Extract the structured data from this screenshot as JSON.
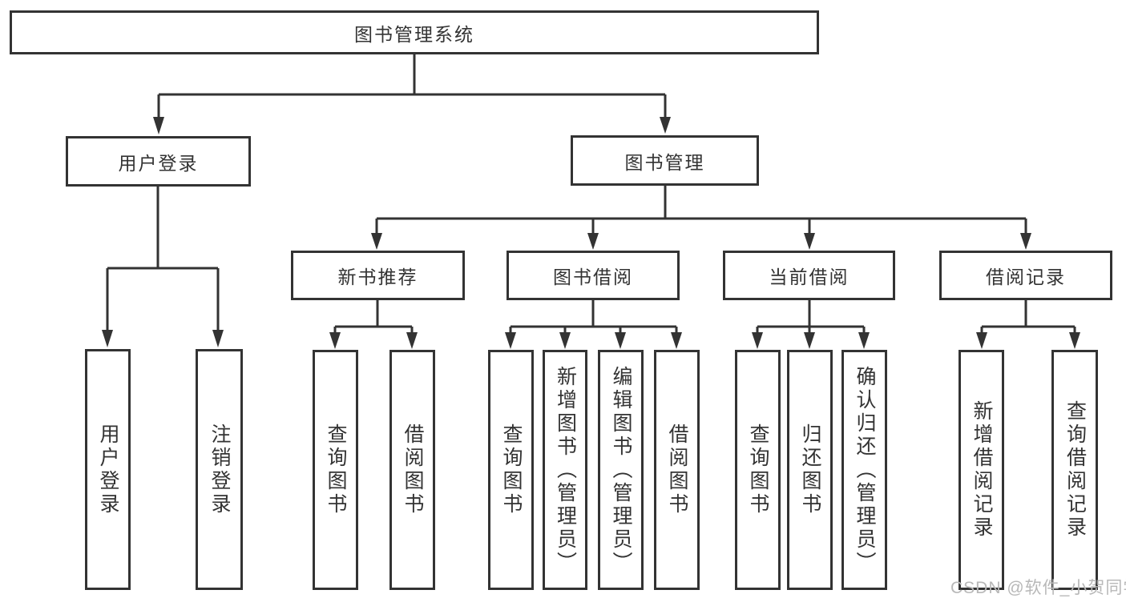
{
  "diagram": {
    "type": "tree",
    "colors": {
      "line": "#333333",
      "box_border": "#333333",
      "text": "#333333",
      "background": "#ffffff",
      "watermark": "#b8b8b8"
    },
    "watermark": "CSDN @软件_小贺同学",
    "nodes": {
      "root": {
        "label": "图书管理系统"
      },
      "user_login": {
        "label": "用户登录"
      },
      "book_mgmt": {
        "label": "图书管理"
      },
      "new_book_rec": {
        "label": "新书推荐"
      },
      "book_borrow": {
        "label": "图书借阅"
      },
      "current_borrow": {
        "label": "当前借阅"
      },
      "borrow_records": {
        "label": "借阅记录"
      },
      "user_login_leaf": {
        "label": "用户登录"
      },
      "logout": {
        "label": "注销登录"
      },
      "rec_query_books": {
        "label": "查询图书"
      },
      "rec_borrow_books": {
        "label": "借阅图书"
      },
      "bb_query_books": {
        "label": "查询图书"
      },
      "bb_add_books": {
        "label": "新增图书（管理员）"
      },
      "bb_edit_books": {
        "label": "编辑图书（管理员）"
      },
      "bb_borrow_books": {
        "label": "借阅图书"
      },
      "cb_query_books": {
        "label": "查询图书"
      },
      "cb_return_books": {
        "label": "归还图书"
      },
      "cb_confirm_return": {
        "label": "确认归还（管理员）"
      },
      "br_add_record": {
        "label": "新增借阅记录"
      },
      "br_query_record": {
        "label": "查询借阅记录"
      }
    },
    "edges": [
      "root->user_login",
      "root->book_mgmt",
      "user_login->user_login_leaf",
      "user_login->logout",
      "book_mgmt->new_book_rec",
      "book_mgmt->book_borrow",
      "book_mgmt->current_borrow",
      "book_mgmt->borrow_records",
      "new_book_rec->rec_query_books",
      "new_book_rec->rec_borrow_books",
      "book_borrow->bb_query_books",
      "book_borrow->bb_add_books",
      "book_borrow->bb_edit_books",
      "book_borrow->bb_borrow_books",
      "current_borrow->cb_query_books",
      "current_borrow->cb_return_books",
      "current_borrow->cb_confirm_return",
      "borrow_records->br_add_record",
      "borrow_records->br_query_record"
    ]
  }
}
